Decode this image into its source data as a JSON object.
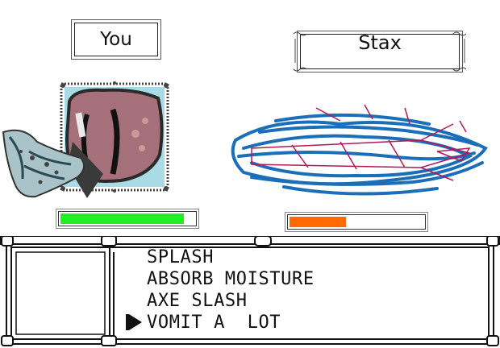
{
  "player": {
    "name": "You",
    "hp_fraction": 0.92,
    "hp_color": "#22ee22"
  },
  "enemy": {
    "name": "Stax",
    "hp_fraction": 0.42,
    "hp_color": "#ff6a00"
  },
  "menu": {
    "moves": [
      "SPLASH",
      "ABSORB MOISTURE",
      "AXE SLASH",
      "VOMIT A  LOT"
    ],
    "selected_index": 3,
    "cursor_icon": "right-triangle-cursor-icon"
  },
  "colors": {
    "player_sprite_frame_bg": "#a9dbe6",
    "player_sprite_body": "#a6707a",
    "enemy_sprite_scribble": "#1a6fb8",
    "enemy_sprite_lines": "#b0185a"
  }
}
